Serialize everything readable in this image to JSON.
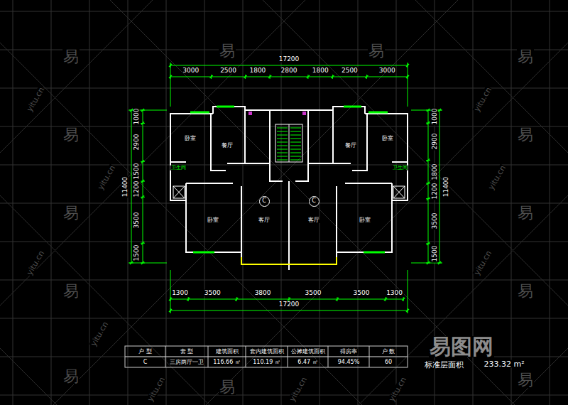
{
  "diagram": {
    "nodes": [
      {
        "text": [
          "C"
        ]
      },
      {
        "text": [
          "C"
        ]
      }
    ],
    "labels": [
      "17200",
      "3000",
      "2500",
      "1800",
      "2800",
      "1800",
      "2500",
      "3000",
      "1000",
      "2900",
      "1500",
      "1200",
      "3500",
      "1500",
      "11400",
      "1000",
      "2900",
      "1800",
      "1200",
      "3500",
      "1500",
      "11400",
      "1300",
      "3500",
      "3800",
      "3500",
      "3500",
      "1300",
      "17200",
      "卧室",
      "餐厅",
      "餐厅",
      "卧室",
      "卧室",
      "客厅",
      "客厅",
      "卧室",
      "卫生间",
      "卫生间",
      "户 型",
      "套 型",
      "建筑面积",
      "套内建筑面积",
      "公摊建筑面积",
      "得房率",
      "户 数",
      "C",
      "三房两厅一卫",
      "116.66 ㎡",
      "110.19 ㎡",
      "6.47 ㎡",
      "94.45%",
      "60",
      "标准层面积",
      "233.32 m²",
      "易图网",
      "易",
      "易",
      "易",
      "易",
      "易",
      "易",
      "易",
      "易",
      "易",
      "易",
      "易",
      "易",
      "易",
      "yitu.cn",
      "yitu.cn",
      "yitu.cn",
      "yitu.cn",
      "yitu.cn",
      "yitu.cn",
      "yitu.cn",
      "yitu.cn",
      "yitu.cn",
      "yitu.cn"
    ]
  }
}
